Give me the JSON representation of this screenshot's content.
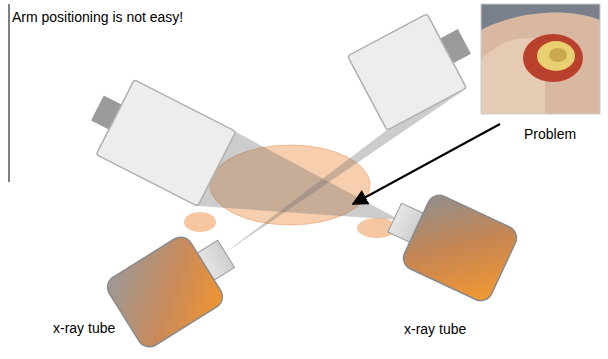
{
  "diagram": {
    "title": "Arm positioning is not easy!",
    "labels": [
      "Problem",
      "x-ray tube",
      "x-ray tube"
    ]
  }
}
